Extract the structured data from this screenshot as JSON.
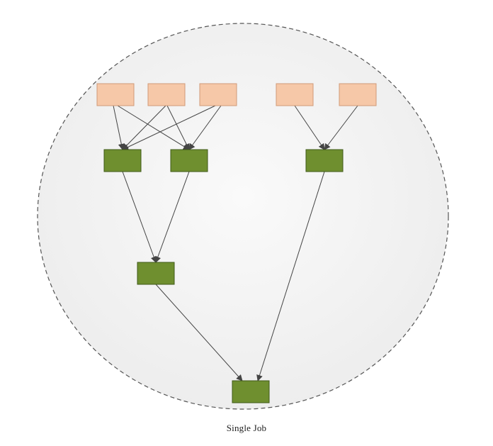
{
  "caption": "Single Job",
  "colors": {
    "boundary_fill": "#f2f2f2",
    "boundary_stroke": "#555555",
    "source_fill": "#f6c8a8",
    "source_stroke": "#d09a78",
    "task_fill": "#6f8f2f",
    "task_stroke": "#3f5a18",
    "edge": "#444444"
  },
  "nodes": [
    {
      "id": "src-1",
      "kind": "source"
    },
    {
      "id": "src-2",
      "kind": "source"
    },
    {
      "id": "src-3",
      "kind": "source"
    },
    {
      "id": "src-4",
      "kind": "source"
    },
    {
      "id": "src-5",
      "kind": "source"
    },
    {
      "id": "task-1",
      "kind": "task"
    },
    {
      "id": "task-2",
      "kind": "task"
    },
    {
      "id": "task-3",
      "kind": "task"
    },
    {
      "id": "task-4",
      "kind": "task"
    },
    {
      "id": "task-5",
      "kind": "task"
    }
  ],
  "edges": [
    {
      "from": "src-1",
      "to": "task-1"
    },
    {
      "from": "src-1",
      "to": "task-2"
    },
    {
      "from": "src-2",
      "to": "task-1"
    },
    {
      "from": "src-2",
      "to": "task-2"
    },
    {
      "from": "src-3",
      "to": "task-1"
    },
    {
      "from": "src-3",
      "to": "task-2"
    },
    {
      "from": "src-4",
      "to": "task-3"
    },
    {
      "from": "src-5",
      "to": "task-3"
    },
    {
      "from": "task-1",
      "to": "task-4"
    },
    {
      "from": "task-2",
      "to": "task-4"
    },
    {
      "from": "task-4",
      "to": "task-5"
    },
    {
      "from": "task-3",
      "to": "task-5"
    }
  ]
}
